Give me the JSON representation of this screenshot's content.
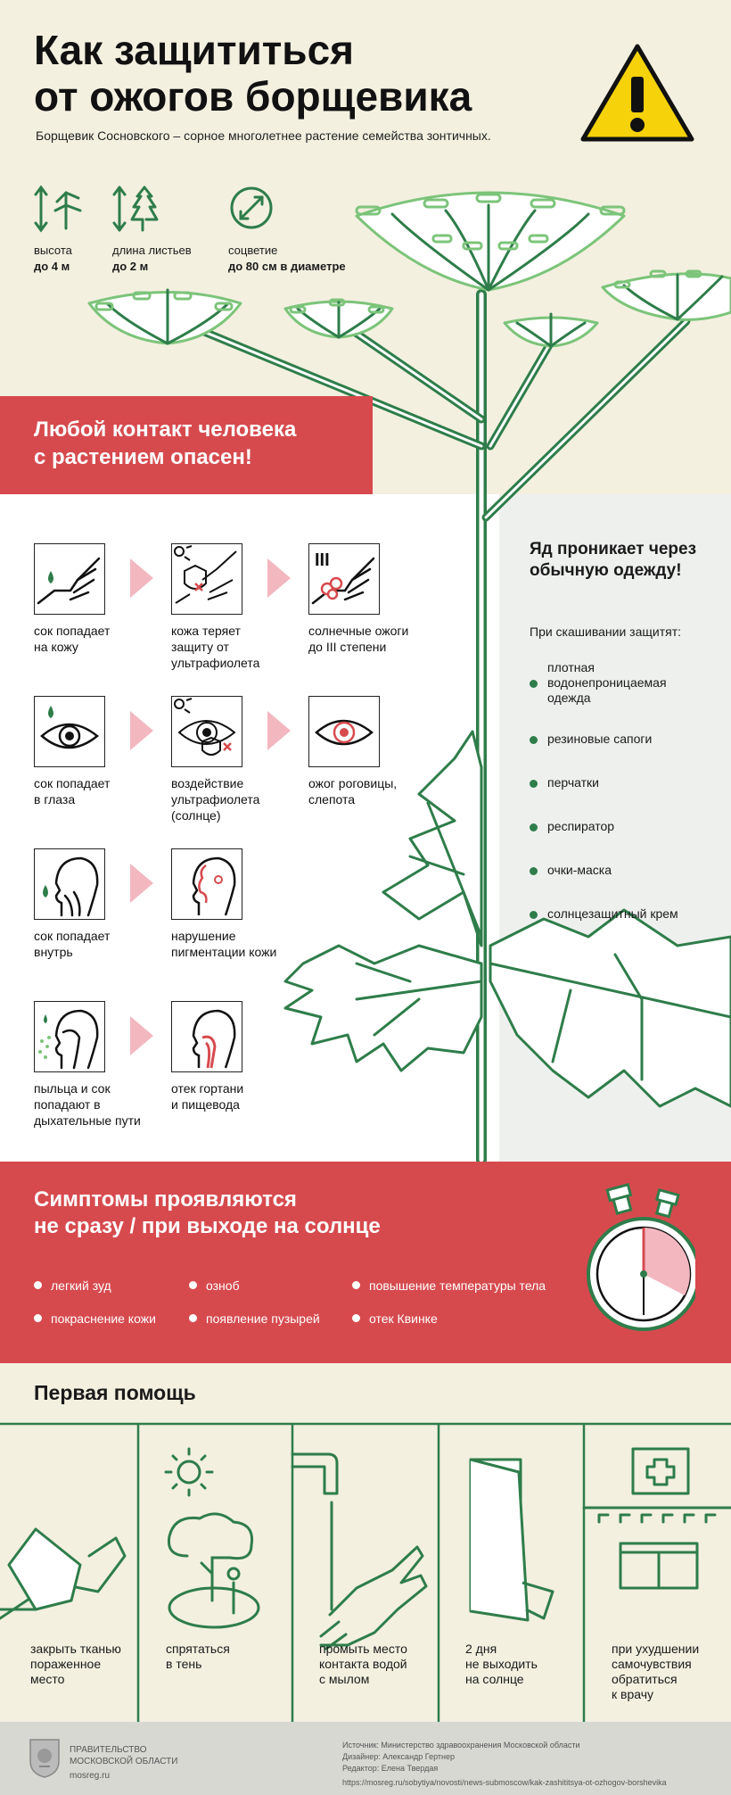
{
  "header": {
    "title_line1": "Как защититься",
    "title_line2": "от ожогов борщевика",
    "subtitle": "Борщевик Сосновского – сорное многолетнее растение семейства зонтичных."
  },
  "params": [
    {
      "label": "высота",
      "value": "до 4 м",
      "icon": "height-icon"
    },
    {
      "label": "длина листьев",
      "value": "до 2 м",
      "icon": "leaf-length-icon"
    },
    {
      "label": "соцветие",
      "value": "до 80 см в диаметре",
      "icon": "inflorescence-diameter-icon"
    }
  ],
  "contact_warning": {
    "line1": "Любой контакт человека",
    "line2": "с растением опасен!"
  },
  "effects": {
    "row1": [
      "сок попадает\nна кожу",
      "кожа теряет\nзащиту от\nультрафиолета",
      "солнечные ожоги\nдо III степени"
    ],
    "row2": [
      "сок попадает\nв глаза",
      "воздействие\nультрафиолета\n(солнце)",
      "ожог роговицы,\nслепота"
    ],
    "row3": [
      "сок попадает\nвнутрь",
      "нарушение\nпигментации кожи"
    ],
    "row4": [
      "пыльца и сок\nпопадают в\nдыхательные пути",
      "отек гортани\nи пищевода"
    ],
    "burn_degree": "III"
  },
  "protection": {
    "title": "Яд проникает через обычную одежду!",
    "subtitle": "При скашивании защитят:",
    "items": [
      "плотная водонепроницаемая одежда",
      "резиновые сапоги",
      "перчатки",
      "респиратор",
      "очки-маска",
      "солнцезащитный крем"
    ]
  },
  "symptoms": {
    "title_line1": "Симптомы проявляются",
    "title_line2": "не сразу / при выходе на солнце",
    "items": [
      "легкий зуд",
      "озноб",
      "повышение температуры тела",
      "покраснение кожи",
      "появление пузырей",
      "отек Квинке"
    ]
  },
  "first_aid": {
    "title": "Первая помощь",
    "steps": [
      "закрыть тканью\nпораженное\nместо",
      "спрятаться\nв тень",
      "промыть место\nконтакта водой\nс мылом",
      "2 дня\nне выходить\nна солнце",
      "при ухудшении\nсамочувствия\nобратиться\nк врачу"
    ]
  },
  "footer": {
    "gov_line1": "ПРАВИТЕЛЬСТВО",
    "gov_line2": "МОСКОВСКОЙ ОБЛАСТИ",
    "gov_site": "mosreg.ru",
    "source": "Источник: Министерство здравоохранения Московской области",
    "designer": "Дизайнер: Александр Гертнер",
    "editor": "Редактор: Елена Твердая",
    "url": "https://mosreg.ru/sobytiya/novosti/news-submoscow/kak-zashititsya-ot-ozhogov-borshevika"
  },
  "colors": {
    "red": "#d64a4e",
    "green": "#2e7d4a",
    "light_green": "#7cc47a",
    "pink": "#f3b7c0",
    "yellow": "#f5d20a"
  }
}
